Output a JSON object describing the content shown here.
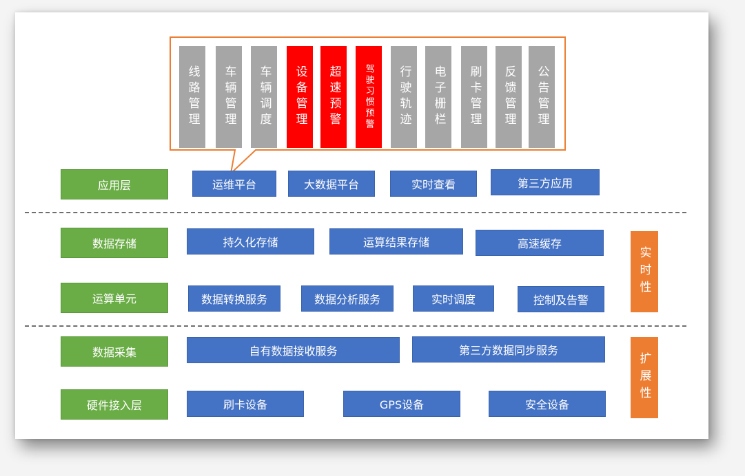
{
  "layers": {
    "app": "应用层",
    "storage": "数据存储",
    "compute": "运算单元",
    "collect": "数据采集",
    "hardware": "硬件接入层"
  },
  "app_items": [
    "运维平台",
    "大数据平台",
    "实时查看",
    "第三方应用"
  ],
  "storage_items": [
    "持久化存储",
    "运算结果存储",
    "高速缓存"
  ],
  "compute_items": [
    "数据转换服务",
    "数据分析服务",
    "实时调度",
    "控制及告警"
  ],
  "collect_items": [
    "自有数据接收服务",
    "第三方数据同步服务"
  ],
  "hardware_items": [
    "刷卡设备",
    "GPS设备",
    "安全设备"
  ],
  "modules": [
    {
      "label": "线路管理",
      "highlight": false
    },
    {
      "label": "车辆管理",
      "highlight": false
    },
    {
      "label": "车辆调度",
      "highlight": false
    },
    {
      "label": "设备管理",
      "highlight": true
    },
    {
      "label": "超速预警",
      "highlight": true
    },
    {
      "label": "驾驶习惯预警",
      "highlight": true
    },
    {
      "label": "行驶轨迹",
      "highlight": false
    },
    {
      "label": "电子栅栏",
      "highlight": false
    },
    {
      "label": "刷卡管理",
      "highlight": false
    },
    {
      "label": "反馈管理",
      "highlight": false
    },
    {
      "label": "公告管理",
      "highlight": false
    }
  ],
  "side_labels": {
    "realtime": "实时性",
    "scalability": "扩展性"
  },
  "colors": {
    "layer": "#6aac46",
    "item": "#4472c4",
    "module": "#a6a6a6",
    "module_highlight": "#ff0000",
    "callout_border": "#ed7d31",
    "side": "#ed7d31"
  }
}
